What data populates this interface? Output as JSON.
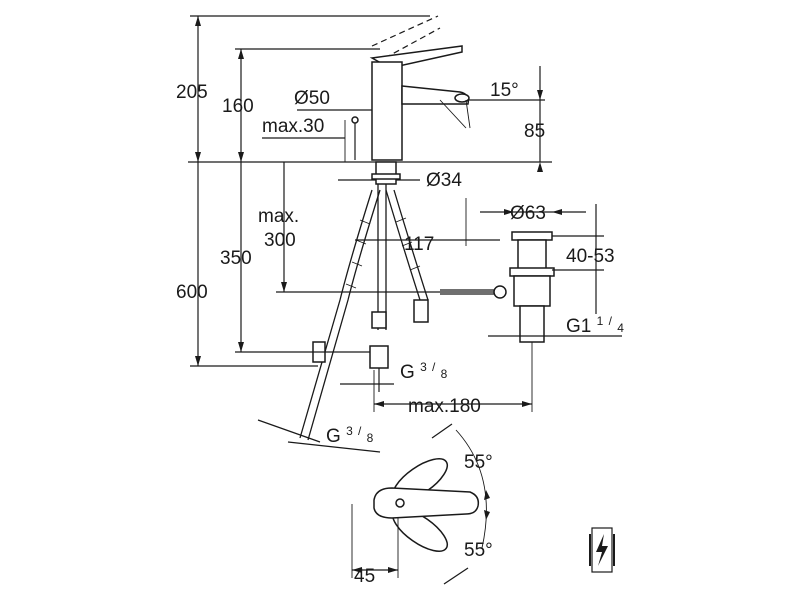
{
  "dimensions": {
    "total_height": "205",
    "spout_height": "160",
    "body_diameter": "Ø50",
    "max_deck": "max.30",
    "spout_angle": "15°",
    "spout_reach_height": "85",
    "hole_diameter": "Ø34",
    "below_max": "max.",
    "below_max_value": "300",
    "center_distance": "117",
    "waste_diameter": "Ø63",
    "waste_range": "40-53",
    "below_350": "350",
    "hose_length": "600",
    "waste_thread": "G1",
    "waste_thread_num": "1",
    "waste_thread_den": "4",
    "connection_thread": "G",
    "connection_num": "3",
    "connection_den": "8",
    "max_reach": "max.180",
    "hose_thread": "G",
    "hose_num": "3",
    "hose_den": "8",
    "lever_angle_top": "55°",
    "lever_angle_bottom": "55°",
    "lever_offset": "45"
  },
  "symbol": {
    "name": "lightning-icon"
  }
}
